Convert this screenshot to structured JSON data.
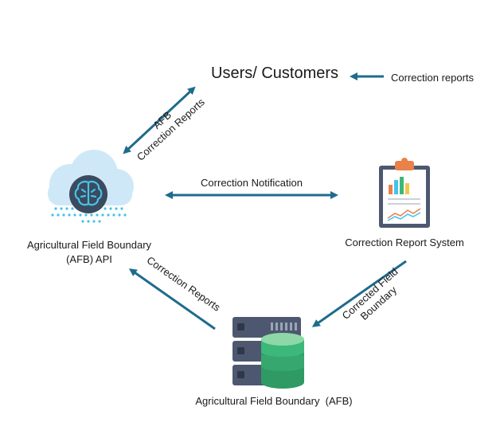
{
  "nodes": {
    "users": {
      "label": "Users/ Customers"
    },
    "api": {
      "label_line1": "Agricultural Field Boundary",
      "label_line2": "(AFB) API",
      "icon": "cloud-brain-icon"
    },
    "report_system": {
      "label": "Correction Report System",
      "icon": "clipboard-chart-icon"
    },
    "afb": {
      "label": "Agricultural Field Boundary  (AFB)",
      "icon": "server-database-icon"
    }
  },
  "edges": {
    "incoming_reports": {
      "label": "Correction reports"
    },
    "users_api": {
      "label_line1": "AFB",
      "label_line2": "Correction Reports"
    },
    "notification": {
      "label": "Correction Notification"
    },
    "system_afb": {
      "label_line1": "Corrected Field",
      "label_line2": "Boundary"
    },
    "afb_api": {
      "label": "Correction Reports"
    }
  },
  "colors": {
    "arrow": "#1f6b8c",
    "cloud": "#cfe8f7",
    "brain_bg": "#3b4a5e",
    "brain": "#45c3e8",
    "server": "#4d5870",
    "db_green": "#3cb87a"
  }
}
